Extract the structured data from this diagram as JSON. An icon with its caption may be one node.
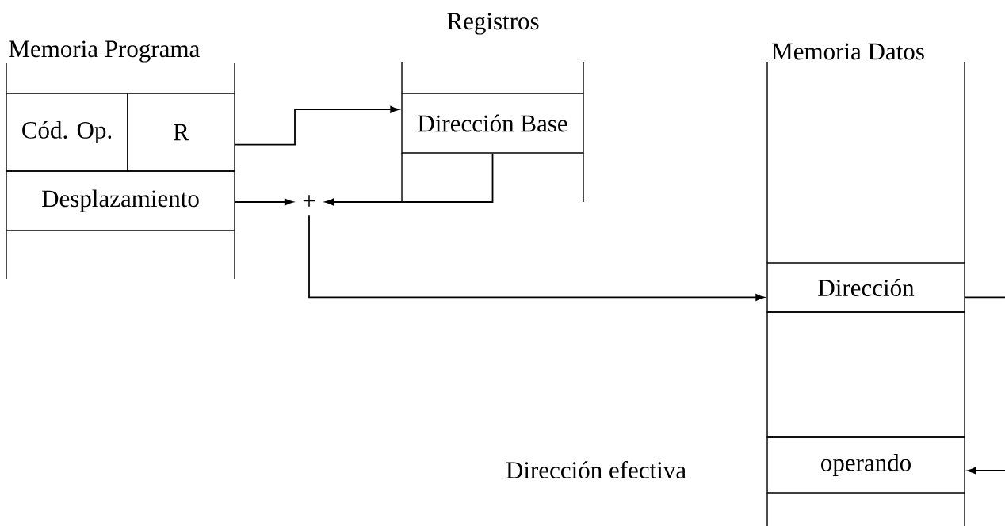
{
  "diagram": {
    "nodes": [
      {
        "text": [
          "Cód. Op."
        ]
      },
      {
        "text": [
          "R"
        ]
      },
      {
        "text": [
          "Desplazamiento"
        ]
      },
      {
        "text": [
          "Dirección Base"
        ]
      },
      {
        "text": [
          "+"
        ]
      },
      {
        "text": [
          "Dirección"
        ]
      },
      {
        "text": [],
        "shape": "box"
      },
      {
        "text": [
          "operando"
        ]
      }
    ],
    "edges": [
      {
        "from": 1,
        "to": 3,
        "arrow": "to"
      },
      {
        "from": 2,
        "to": 4,
        "arrow": "to"
      },
      {
        "from": 3,
        "to": 4,
        "arrow": "to"
      },
      {
        "from": 4,
        "to": 5,
        "arrow": "to"
      },
      {
        "from": 5,
        "to": null,
        "arrow": "none"
      },
      {
        "from": null,
        "to": 7,
        "arrow": "to"
      }
    ],
    "labels": [
      "Registros",
      "Memoria Programa",
      "Memoria Datos",
      "Dirección efectiva"
    ]
  }
}
